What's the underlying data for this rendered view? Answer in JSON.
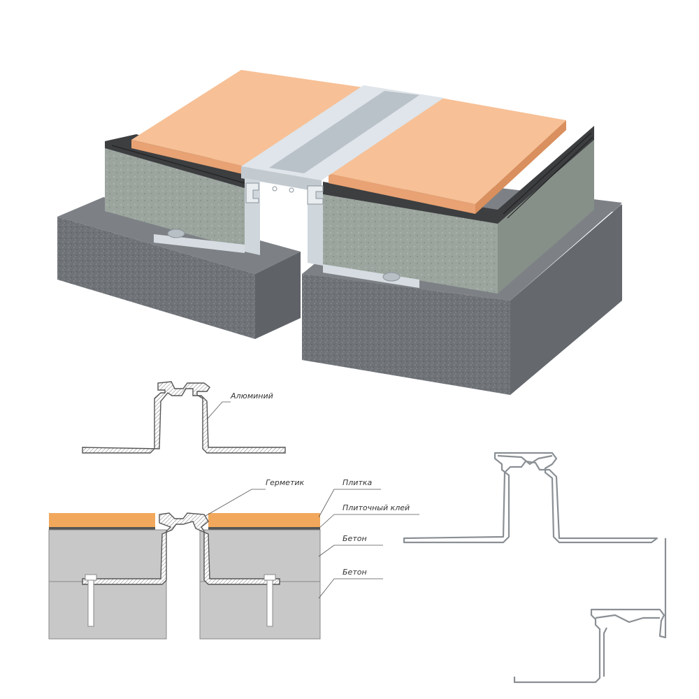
{
  "labels": {
    "aluminium": "Алюминий",
    "sealant": "Герметик",
    "tile": "Плитка",
    "tile_adhesive": "Плиточный клей",
    "concrete_top": "Бетон",
    "concrete_bottom": "Бетон"
  },
  "colors": {
    "tile": "#f7c096",
    "tile_dark": "#e8a273",
    "tile_section": "#f2a85c",
    "aluminium": "#cfd6dc",
    "aluminium_dark": "#9ea8b0",
    "concrete_light": "#9aa59d",
    "concrete_dark": "#6b6f73",
    "rubber": "#3c3e40",
    "section_gray": "#c8c8c8"
  }
}
